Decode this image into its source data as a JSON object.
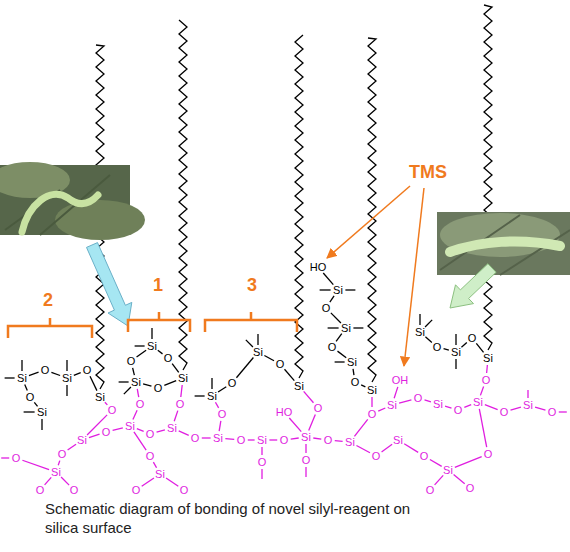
{
  "diagram": {
    "caption": "Schematic diagram of bonding of novel silyl-reagent on silica surface",
    "labels": [
      "2",
      "1",
      "3",
      "TMS",
      "Si",
      "O",
      "Si",
      "O",
      "O",
      "Si",
      "Si",
      "Si",
      "O",
      "O",
      "Si",
      "O",
      "Si",
      "Si",
      "O",
      "Si",
      "O",
      "Si",
      "HO",
      "Si",
      "O",
      "Si",
      "O",
      "Si",
      "O",
      "Si",
      "Si",
      "O",
      "Si",
      "O",
      "Si",
      "O",
      "Si",
      "O",
      "Si",
      "O",
      "Si",
      "O",
      "Si",
      "O",
      "Si",
      "O",
      "Si",
      "O",
      "Si",
      "O",
      "Si",
      "O",
      "Si",
      "O",
      "Si",
      "O",
      "O",
      "Si",
      "O",
      "O",
      "Si",
      "O",
      "O",
      "O",
      "O",
      "Si",
      "O",
      "O",
      "O",
      "O",
      "Si",
      "O",
      "Si",
      "O",
      "O",
      "O",
      "O",
      "O",
      "O",
      "HO",
      "O",
      "OH",
      "O"
    ]
  }
}
